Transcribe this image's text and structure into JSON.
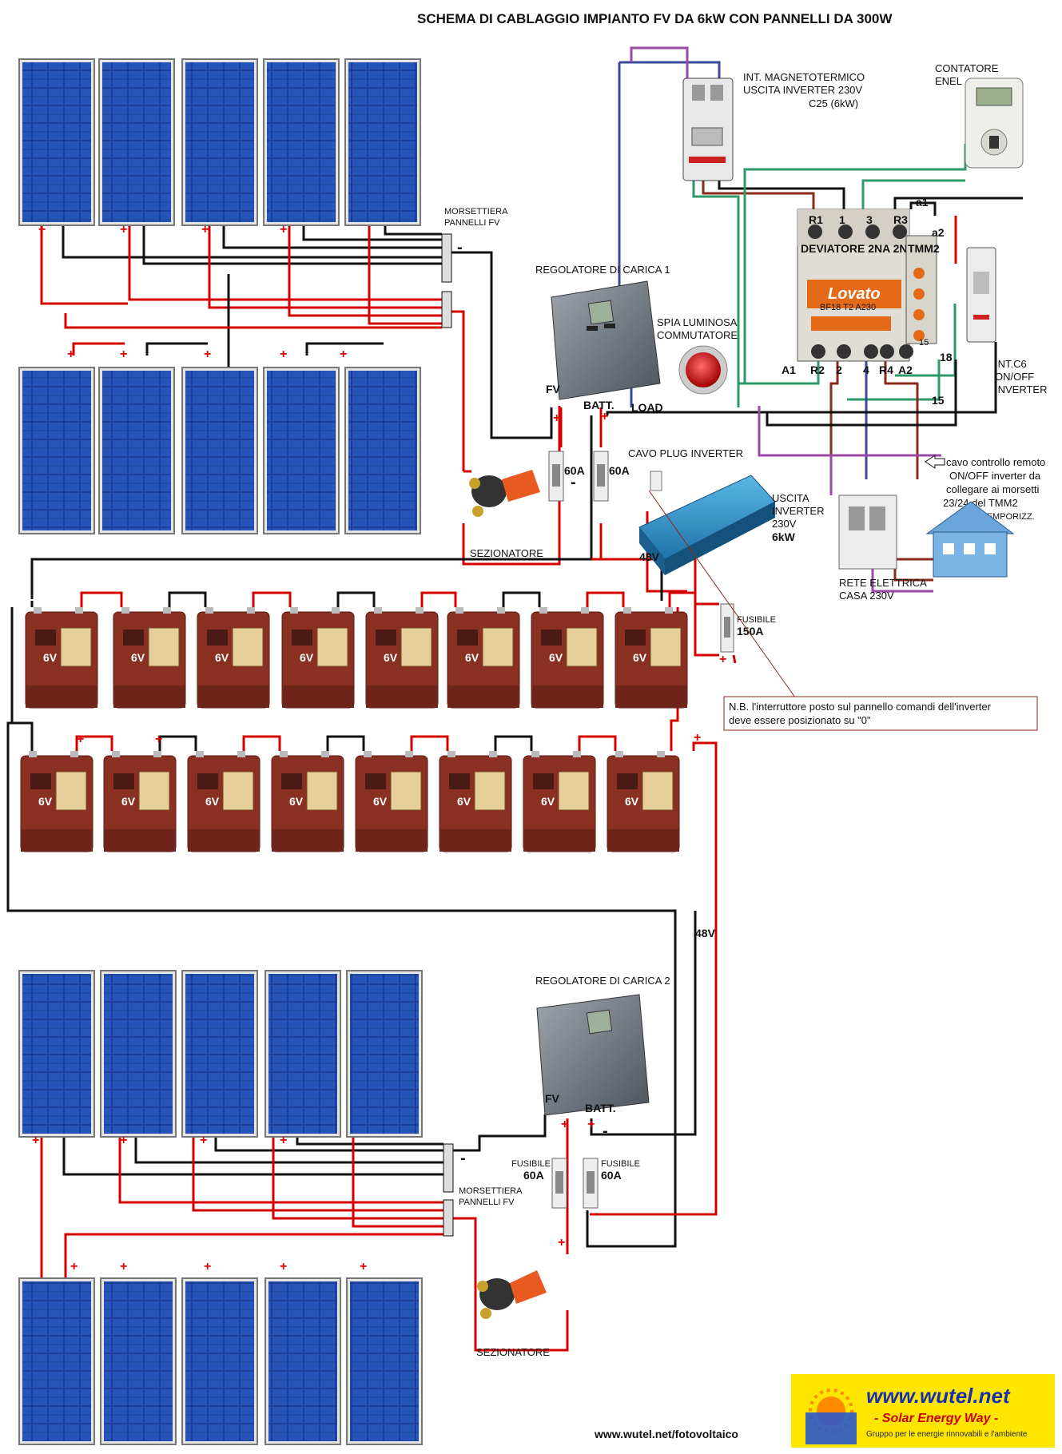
{
  "title": {
    "part1": "SCHEMA DI CABLAGGIO",
    "part2": " IMPIANTO FV DA 6kW CON PANNELLI DA 300W"
  },
  "labels": {
    "morsettiera_top": [
      "MORSETTIERA",
      "PANNELLI FV"
    ],
    "morsettiera_bottom": [
      "MORSETTIERA",
      "PANNELLI FV"
    ],
    "regolatore1": "REGOLATORE DI CARICA  1",
    "regolatore2": "REGOLATORE DI CARICA  2",
    "fv": "FV",
    "batt": "BATT.",
    "load": "LOAD",
    "spia": [
      "SPIA LUMINOSA",
      "COMMUTATORE"
    ],
    "magneto": [
      "INT. MAGNETOTERMICO",
      "USCITA INVERTER 230V",
      "C25 (6kW)"
    ],
    "contatore": [
      "CONTATORE",
      "ENEL"
    ],
    "deviatore": "DEVIATORE 2NA 2NC",
    "tmm2": "TMM2",
    "lovato": "Lovato",
    "lovato_code": "BF18 T2 A230",
    "terminals_top": [
      "R1",
      "1",
      "3",
      "R3"
    ],
    "terminals_bottom": [
      "A1",
      "R2",
      "2",
      "4",
      "R4",
      "A2"
    ],
    "a1": "a1",
    "a2": "a2",
    "n15_top": "15",
    "n18": "18",
    "n15": "15",
    "intc6": [
      "INT.C6",
      "ON/OFF",
      "INVERTER"
    ],
    "cavo_plug": "CAVO PLUG INVERTER",
    "cavo_controllo": [
      "cavo controllo remoto",
      "ON/OFF  inverter da",
      "collegare ai morsetti",
      "23/24 del TMM2",
      "TEMPORIZZ."
    ],
    "uscita_inverter": [
      "USCITA",
      "INVERTER",
      "230V",
      "6kW"
    ],
    "rete": [
      "RETE ELETTRICA",
      "CASA 230V"
    ],
    "fuse60a": "60A",
    "fusibile": "FUSIBILE",
    "fusibile150": "150A",
    "v48": "48V",
    "sezionatore": "SEZIONATORE",
    "nb": [
      "N.B. l'interruttore posto sul pannello comandi dell'inverter",
      "deve essere posizionato su \"0\""
    ],
    "battery": "6V",
    "plus": "+",
    "minus": "-",
    "url_footer": "www.wutel.net/fotovoltaico",
    "brand": {
      "url": "www.wutel.net",
      "slogan": "- Solar Energy Way -",
      "group": "Gruppo per le energie rinnovabili e l'ambiente"
    }
  },
  "colors": {
    "red_wire": "#d40000",
    "black_wire": "#111111",
    "green_wire": "#2e9a6a",
    "blue_wire": "#3a4a9a",
    "purple_wire": "#9a4aa6",
    "brown_wire": "#8a2a1a",
    "panel_blue": "#1d3f9a",
    "battery": "#8a3022",
    "inverter": "#2a8fc8",
    "brand_bg": "#ffe600"
  }
}
